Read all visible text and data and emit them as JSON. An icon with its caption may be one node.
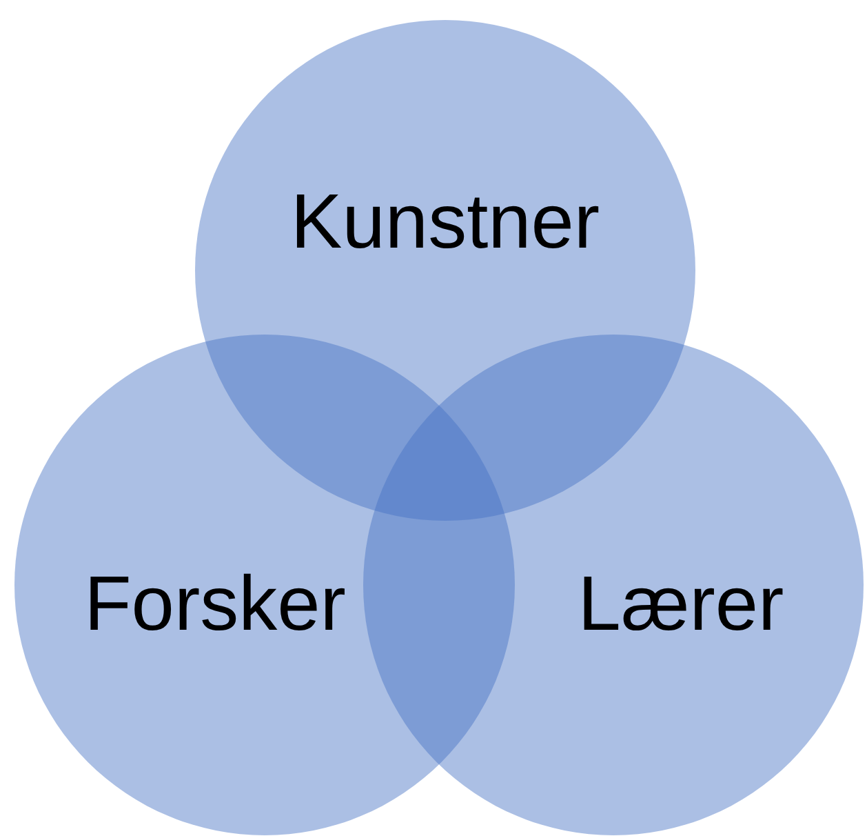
{
  "diagram": {
    "nodes": [
      {
        "text": [
          "Kunstner"
        ]
      },
      {
        "text": [
          "Forsker"
        ]
      },
      {
        "text": [
          "Lærer"
        ]
      }
    ]
  }
}
